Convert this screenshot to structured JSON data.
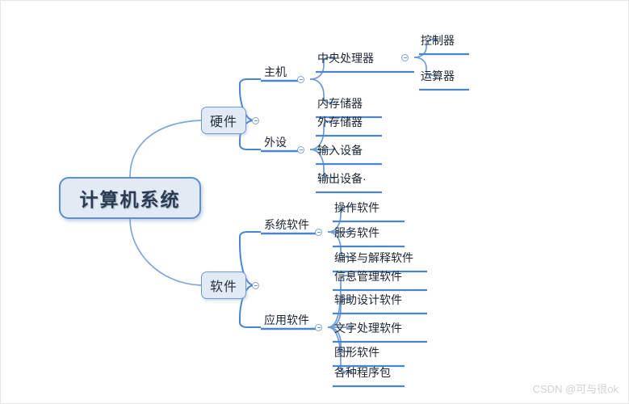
{
  "diagram": {
    "type": "mindmap",
    "root": {
      "label": "计算机系统"
    },
    "branches": [
      {
        "label": "硬件",
        "children": [
          {
            "label": "主机",
            "children": [
              {
                "label": "中央处理器",
                "children": [
                  {
                    "label": "控制器"
                  },
                  {
                    "label": "运算器"
                  }
                ]
              },
              {
                "label": "内存储器"
              }
            ]
          },
          {
            "label": "外设",
            "children": [
              {
                "label": "外存储器"
              },
              {
                "label": "输入设备"
              },
              {
                "label": "输出设备·"
              }
            ]
          }
        ]
      },
      {
        "label": "软件",
        "children": [
          {
            "label": "系统软件",
            "children": [
              {
                "label": "操作软件"
              },
              {
                "label": "服务软件"
              },
              {
                "label": "编译与解释软件"
              }
            ]
          },
          {
            "label": "应用软件",
            "children": [
              {
                "label": "信息管理软件"
              },
              {
                "label": "辅助设计软件"
              },
              {
                "label": "文字处理软件"
              },
              {
                "label": "图形软件"
              },
              {
                "label": "各种程序包"
              }
            ]
          }
        ]
      }
    ]
  },
  "icons": {
    "collapse": "minus-circle-icon"
  },
  "colors": {
    "node_fill": "#e2eaf4",
    "node_border": "#5b8fd0",
    "branch_line": "#4a86d0",
    "text": "#1d2733",
    "background": "#ffffff",
    "watermark": "#d2d2d2"
  },
  "watermark": {
    "text": "CSDN @可与很ok"
  }
}
